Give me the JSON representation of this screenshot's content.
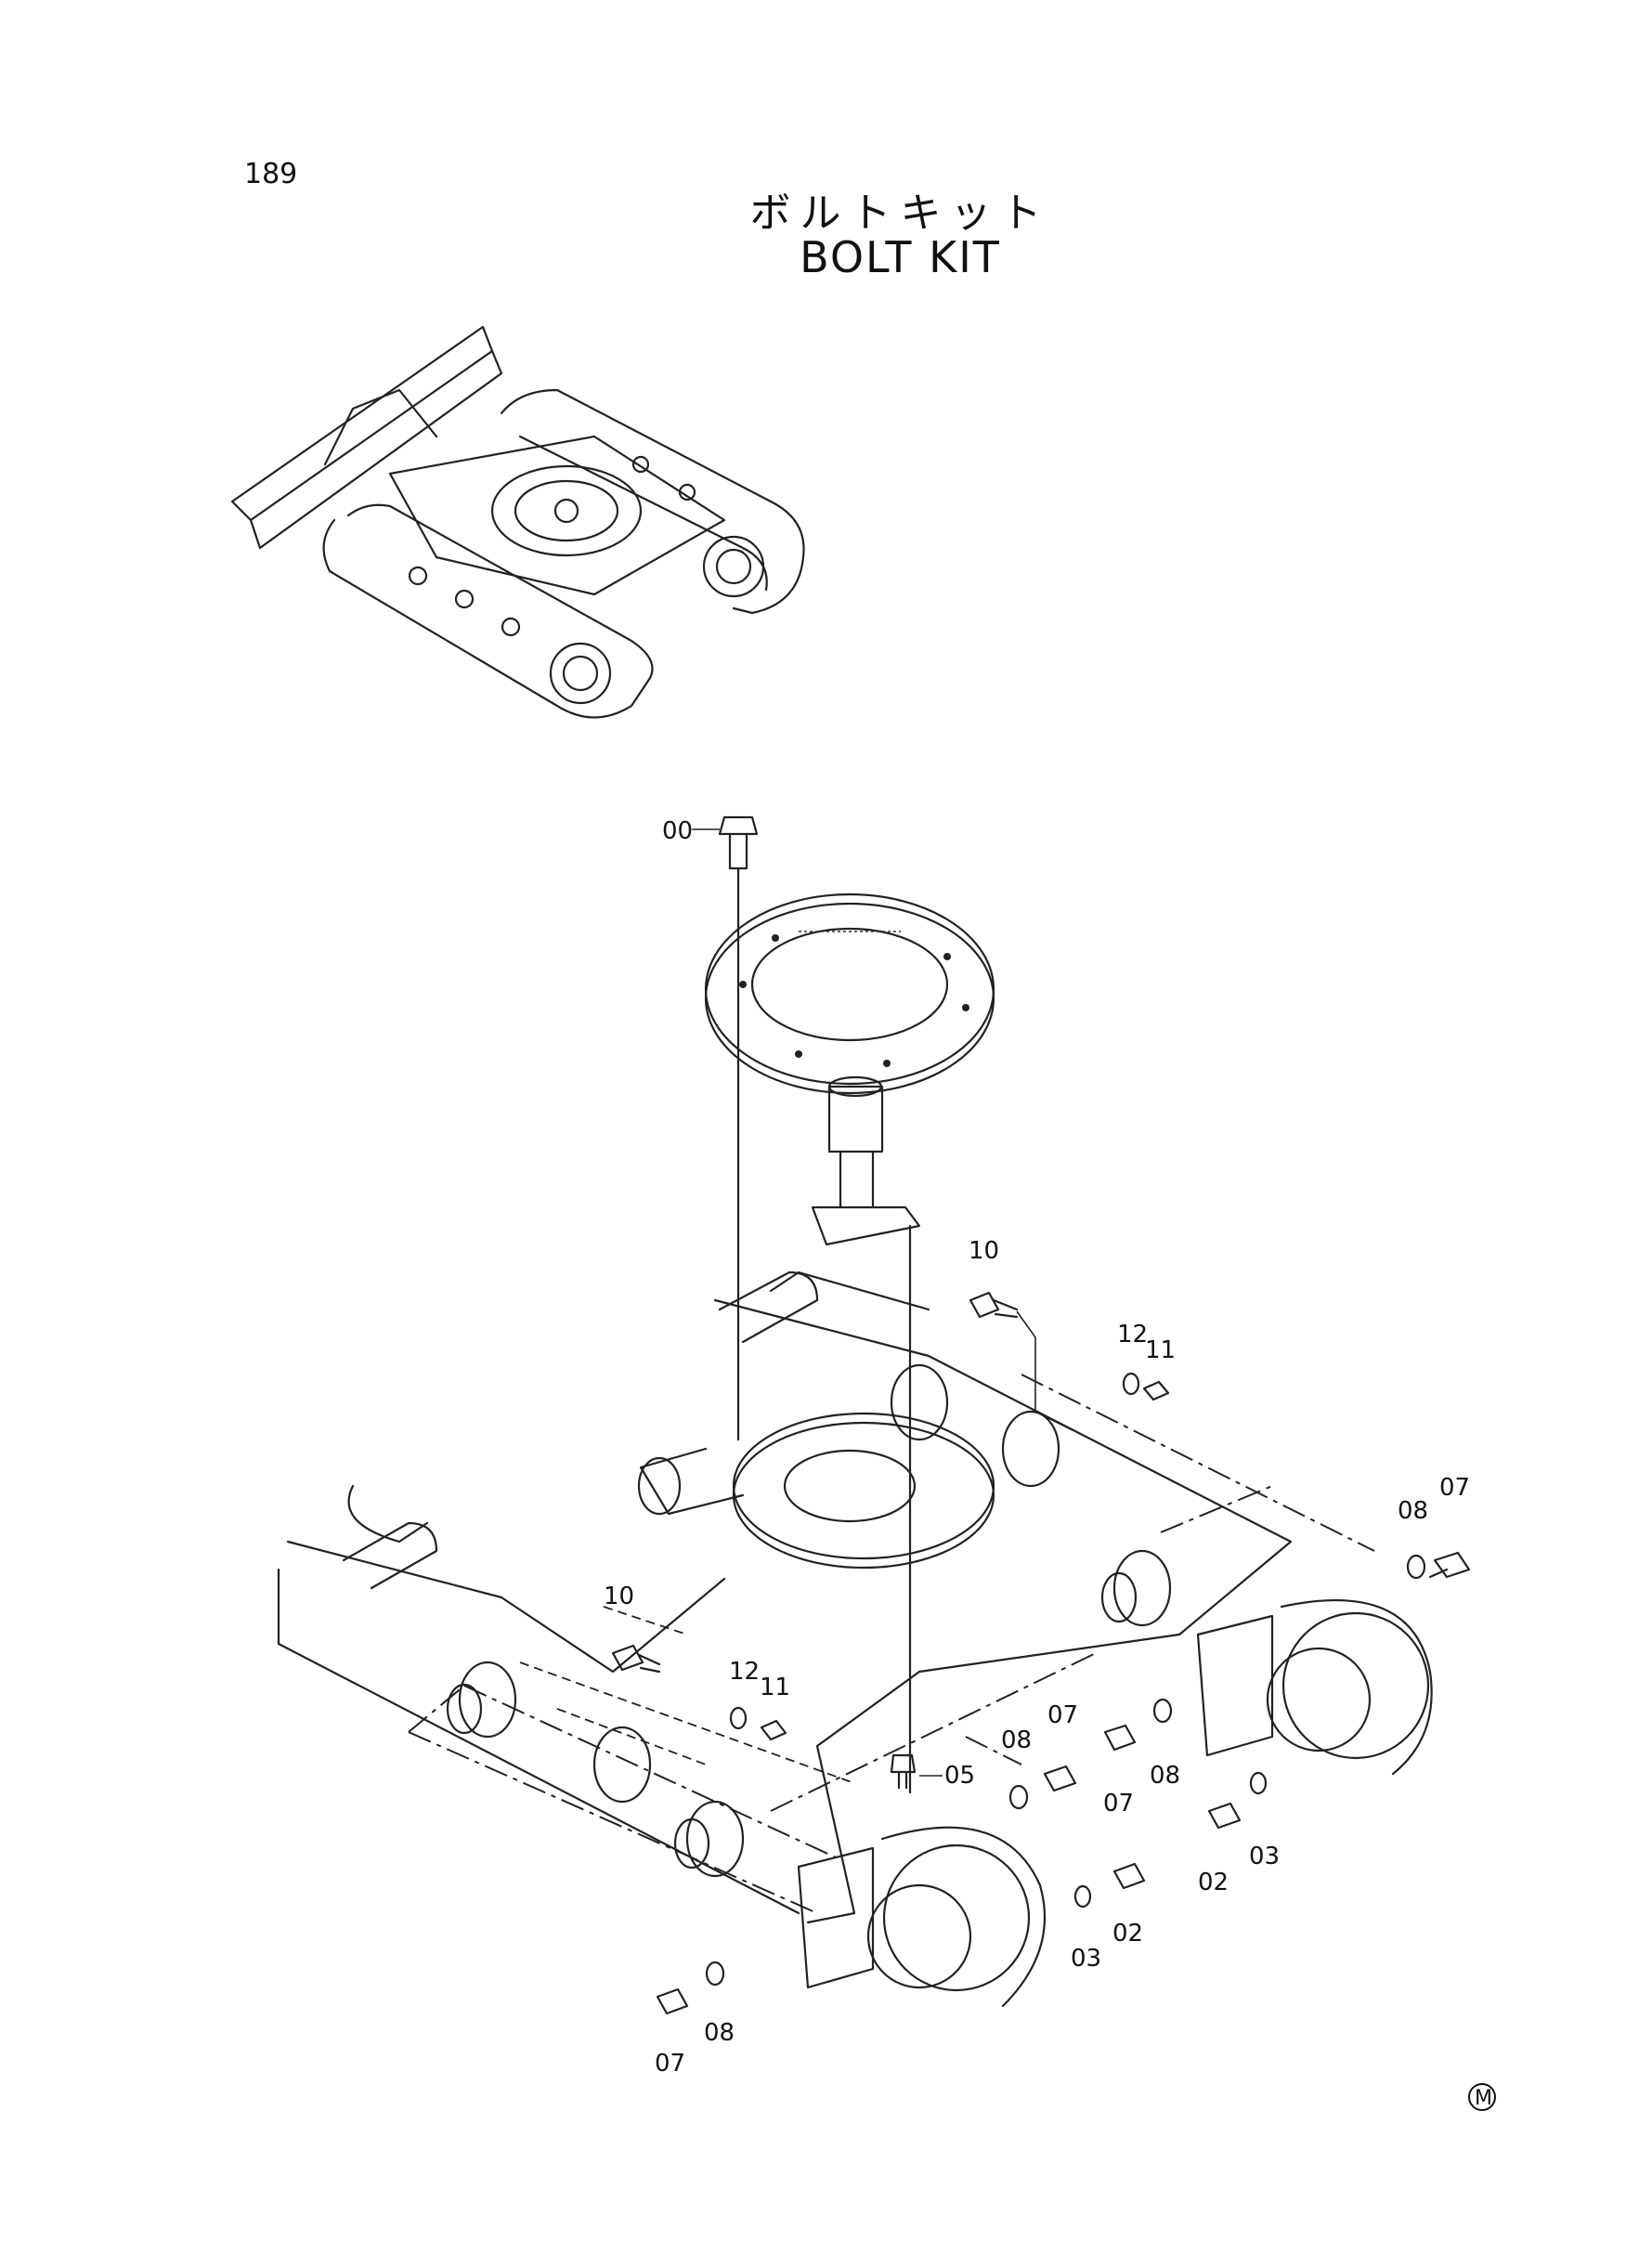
{
  "page": {
    "number": "189"
  },
  "title": {
    "japanese": "ボルトキット",
    "english": "BOLT KIT"
  },
  "callouts": [
    "00",
    "10",
    "12",
    "11",
    "07",
    "08",
    "10",
    "12",
    "11",
    "05",
    "08",
    "07",
    "07",
    "08",
    "03",
    "02",
    "02",
    "03",
    "07",
    "08"
  ],
  "mark": "M"
}
